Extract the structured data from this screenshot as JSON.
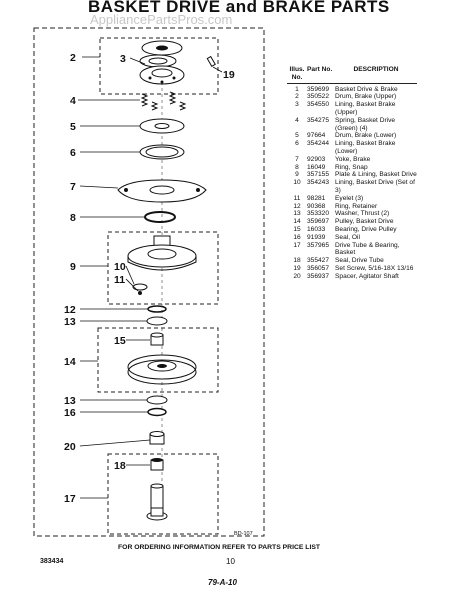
{
  "header": {
    "title": "BASKET DRIVE and BRAKE PARTS",
    "watermark": "AppliancePartsPros.com"
  },
  "table": {
    "col_illus": "Illus. No.",
    "col_part": "Part No.",
    "col_desc": "DESCRIPTION",
    "rows": [
      {
        "illus": "1",
        "part": "359699",
        "desc": "Basket Drive & Brake"
      },
      {
        "illus": "2",
        "part": "350522",
        "desc": "Drum, Brake (Upper)"
      },
      {
        "illus": "3",
        "part": "354550",
        "desc": "Lining, Basket Brake (Upper)"
      },
      {
        "illus": "4",
        "part": "354275",
        "desc": "Spring, Basket Drive (Green) (4)"
      },
      {
        "illus": "5",
        "part": "97664",
        "desc": "Drum, Brake (Lower)"
      },
      {
        "illus": "6",
        "part": "354244",
        "desc": "Lining, Basket Brake (Lower)"
      },
      {
        "illus": "7",
        "part": "92903",
        "desc": "Yoke, Brake"
      },
      {
        "illus": "8",
        "part": "16049",
        "desc": "Ring, Snap"
      },
      {
        "illus": "9",
        "part": "357155",
        "desc": "Plate & Lining, Basket Drive"
      },
      {
        "illus": "10",
        "part": "354243",
        "desc": "Lining, Basket Drive (Set of 3)"
      },
      {
        "illus": "11",
        "part": "98281",
        "desc": "Eyelet (3)"
      },
      {
        "illus": "12",
        "part": "90368",
        "desc": "Ring, Retainer"
      },
      {
        "illus": "13",
        "part": "353320",
        "desc": "Washer, Thrust (2)"
      },
      {
        "illus": "14",
        "part": "359697",
        "desc": "Pulley, Basket Drive"
      },
      {
        "illus": "15",
        "part": "16033",
        "desc": "Bearing, Drive Pulley"
      },
      {
        "illus": "16",
        "part": "91939",
        "desc": "Seal, Oil"
      },
      {
        "illus": "17",
        "part": "357965",
        "desc": "Drive Tube & Bearing, Basket"
      },
      {
        "illus": "18",
        "part": "355427",
        "desc": "Seal, Drive Tube"
      },
      {
        "illus": "19",
        "part": "356057",
        "desc": "Set Screw, 5/16-18X 13/16"
      },
      {
        "illus": "20",
        "part": "356937",
        "desc": "Spacer, Agitator Shaft"
      }
    ]
  },
  "callouts": [
    "2",
    "3",
    "19",
    "4",
    "5",
    "6",
    "7",
    "8",
    "9",
    "10",
    "11",
    "12",
    "13",
    "15",
    "14",
    "13",
    "16",
    "20",
    "18",
    "17"
  ],
  "diagram_code": "BD-107",
  "footer": {
    "ordering_info": "FOR ORDERING INFORMATION REFER TO PARTS PRICE LIST",
    "doc_number": "383434",
    "page_number": "10",
    "date_code": "79-A-10"
  }
}
